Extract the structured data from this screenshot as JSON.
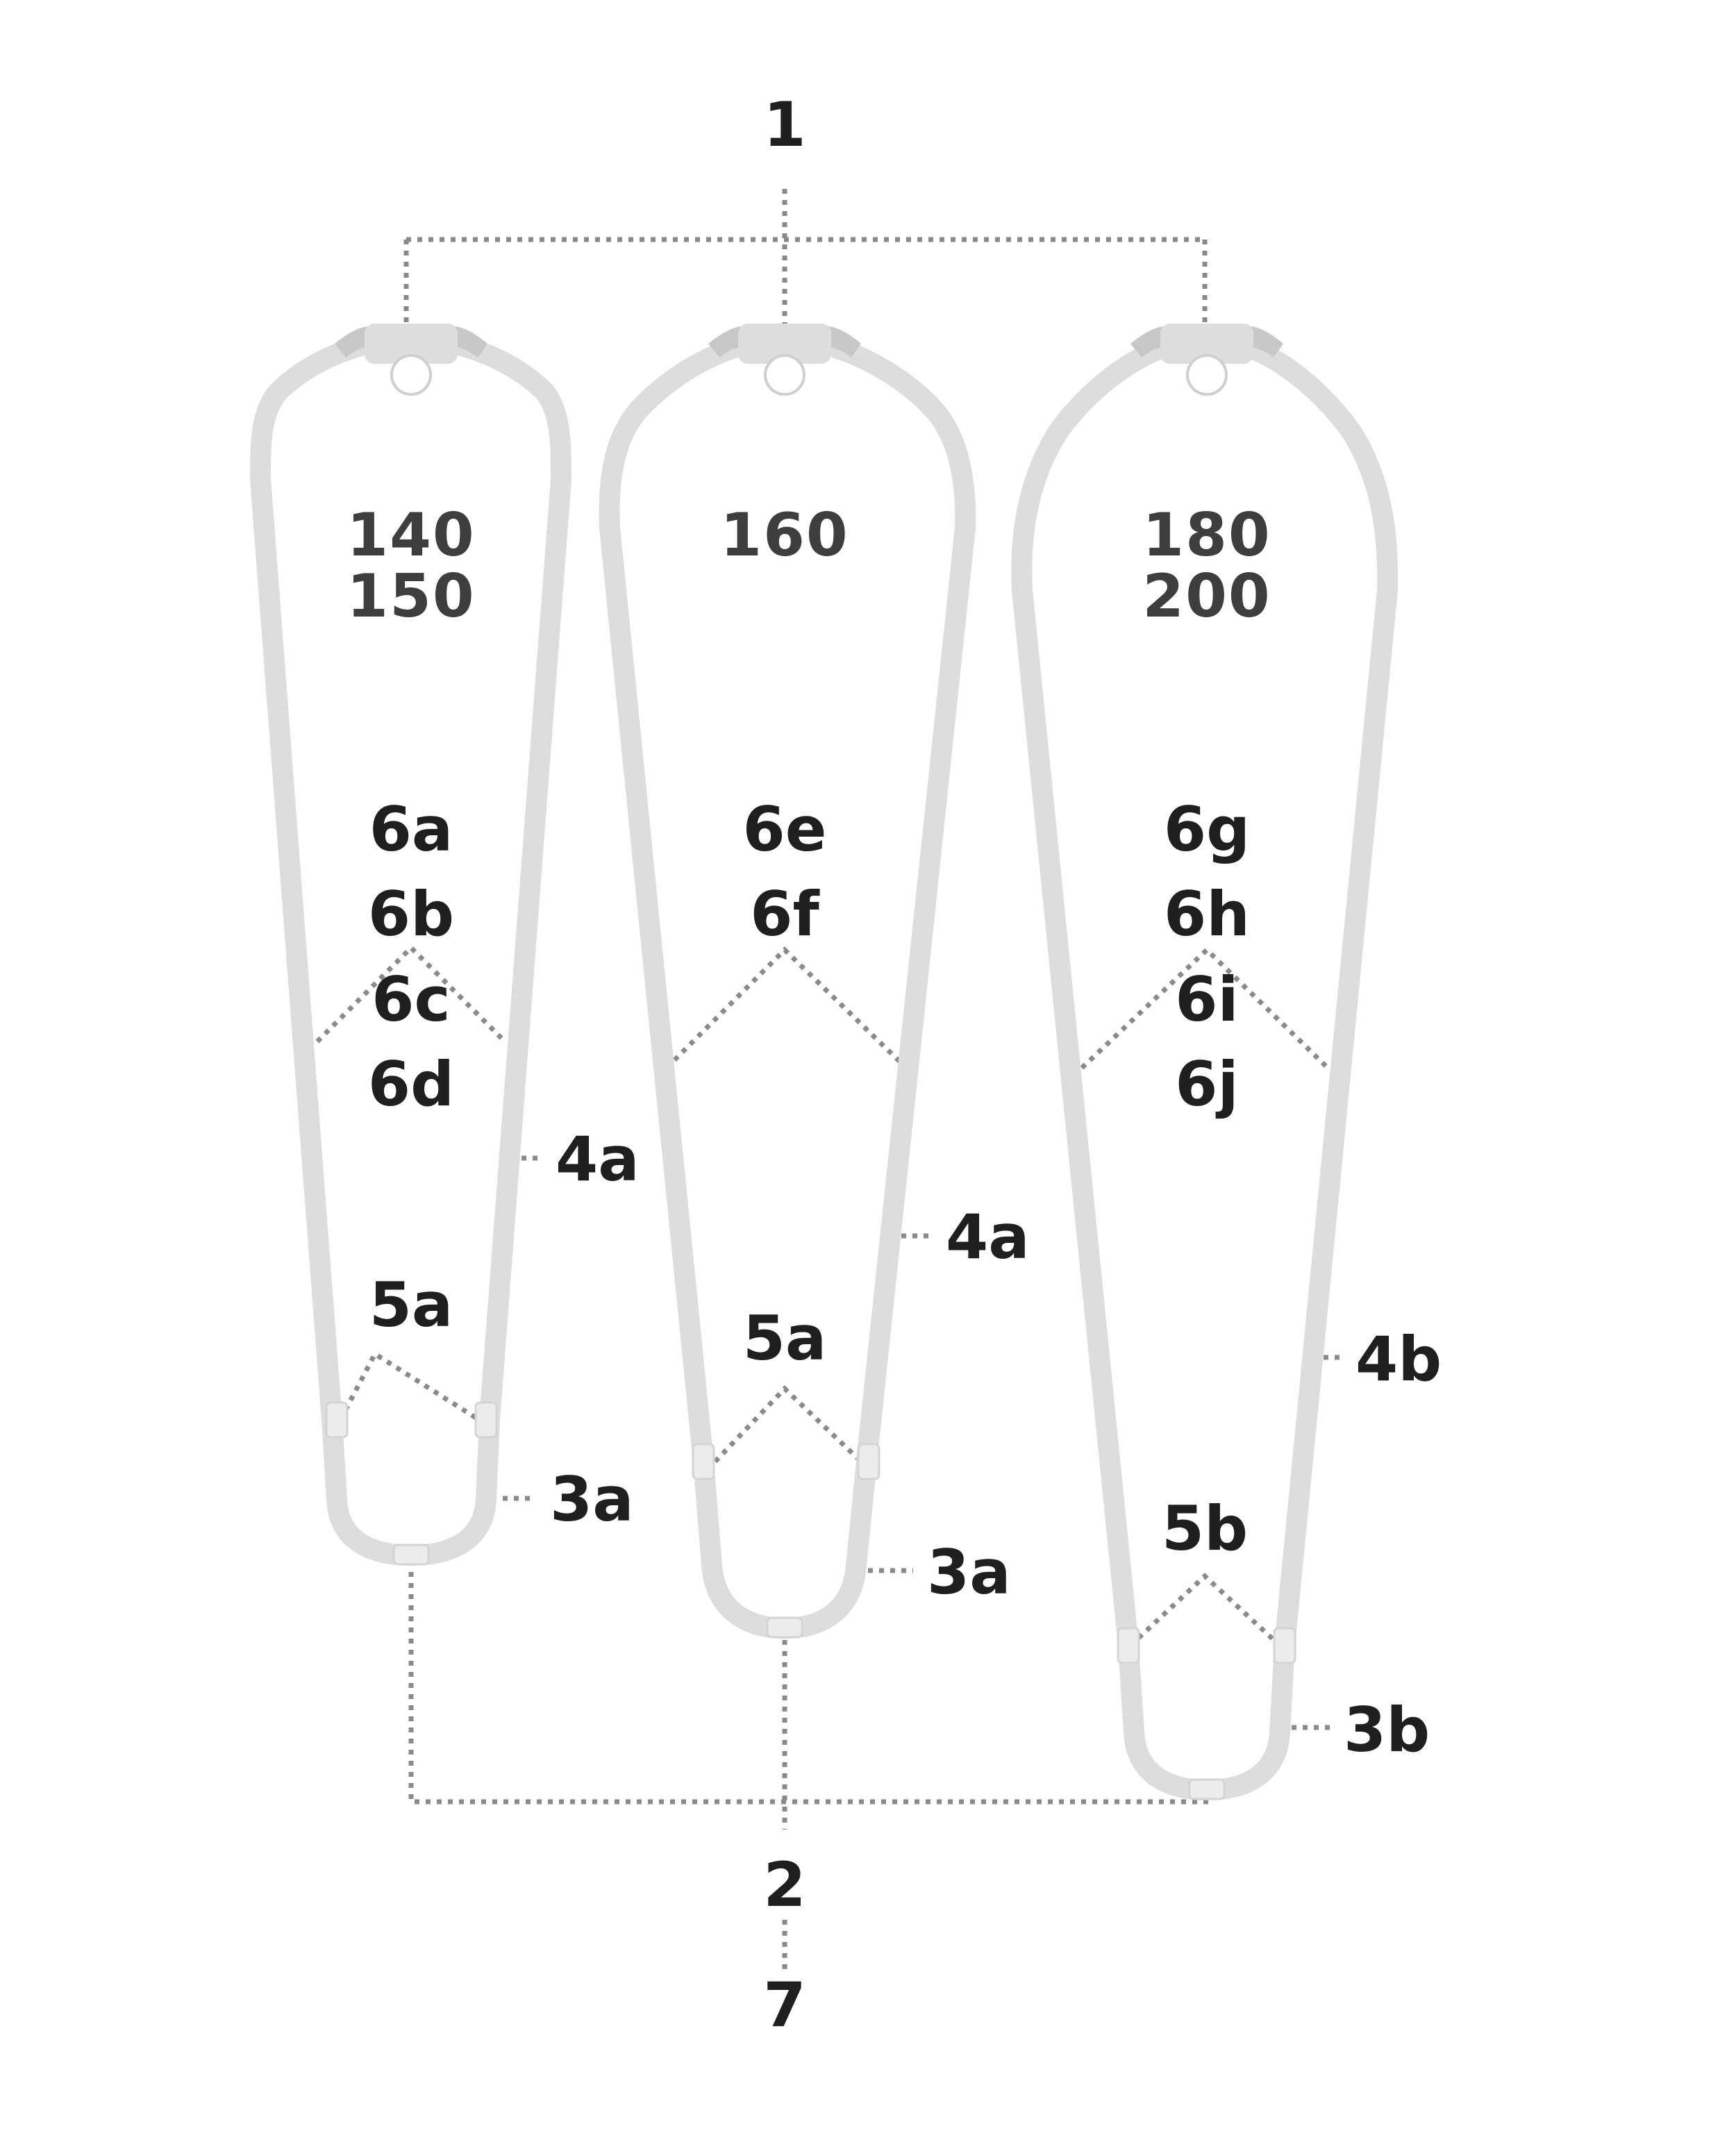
{
  "callouts": {
    "top": "1",
    "bottom": "2",
    "base": "7"
  },
  "booms": [
    {
      "sizes": [
        "140",
        "150"
      ],
      "parts": [
        "6a",
        "6b",
        "6c",
        "6d"
      ],
      "front_arm": "4a",
      "adjuster": "5a",
      "tail": "3a"
    },
    {
      "sizes": [
        "160"
      ],
      "parts": [
        "6e",
        "6f"
      ],
      "front_arm": "4a",
      "adjuster": "5a",
      "tail": "3a"
    },
    {
      "sizes": [
        "180",
        "200"
      ],
      "parts": [
        "6g",
        "6h",
        "6i",
        "6j"
      ],
      "front_arm": "4b",
      "adjuster": "5b",
      "tail": "3b"
    }
  ]
}
